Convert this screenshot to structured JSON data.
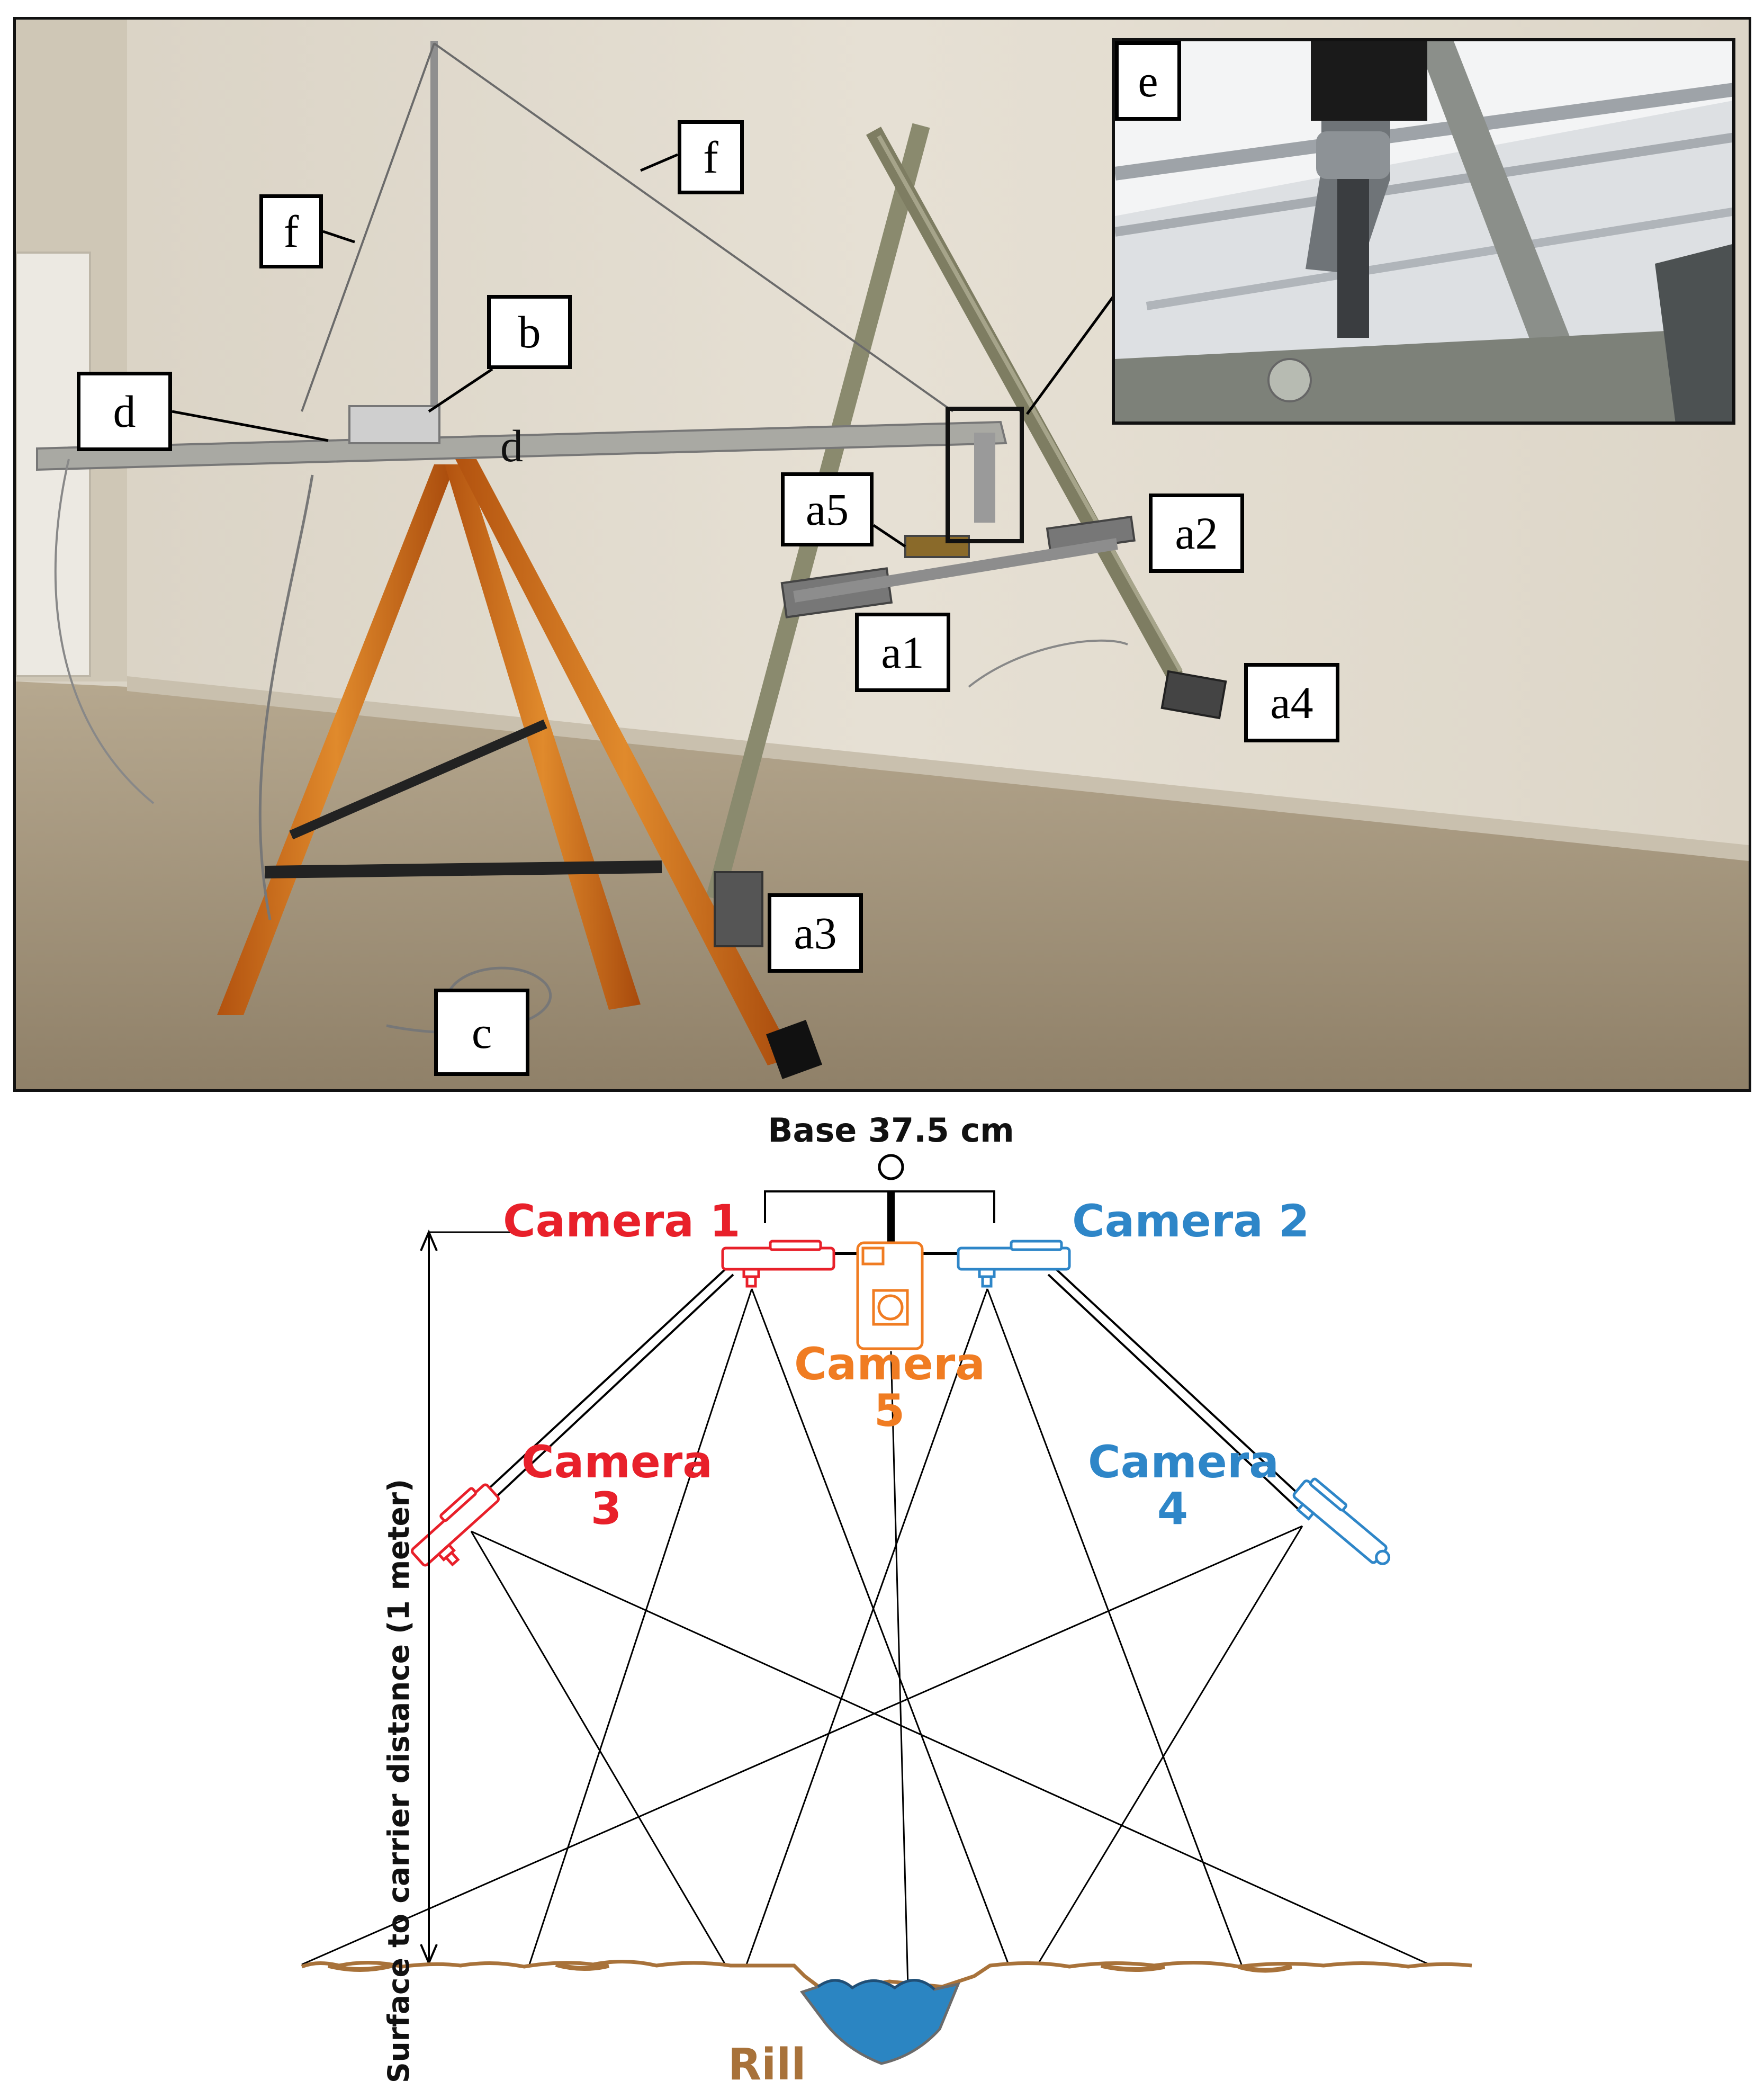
{
  "photo": {
    "callouts": {
      "f_left": "f",
      "f_right": "f",
      "b": "b",
      "d_box": "d",
      "d_plain": "d",
      "e": "e",
      "a5": "a5",
      "a2": "a2",
      "a1": "a1",
      "a4": "a4",
      "a3": "a3",
      "c": "c"
    }
  },
  "diagram": {
    "base_label": "Base 37.5 cm",
    "camera1": "Camera 1",
    "camera2": "Camera 2",
    "camera3": {
      "line1": "Camera",
      "line2": "3"
    },
    "camera4": {
      "line1": "Camera",
      "line2": "4"
    },
    "camera5": {
      "line1": "Camera",
      "line2": "5"
    },
    "distance_label": "Surface to carrier distance (1 meter)",
    "rill_label": "Rill",
    "colors": {
      "camera_red": "#e8202a",
      "camera_blue": "#2e86c8",
      "camera_orange": "#f07c22",
      "soil_brown": "#a8723a",
      "water_blue": "#2b85c2"
    }
  }
}
